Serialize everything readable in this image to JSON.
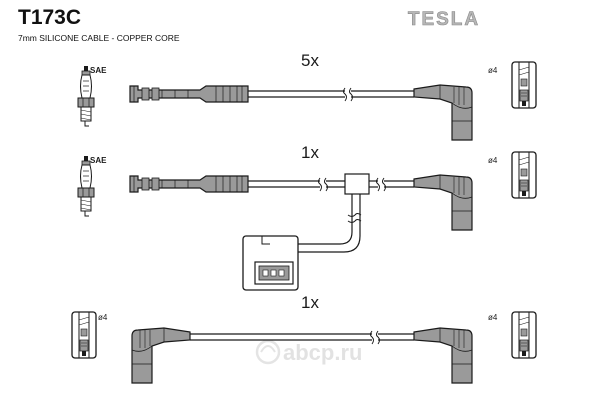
{
  "header": {
    "code": "T173C",
    "subtitle": "7mm SILICONE CABLE - COPPER CORE",
    "brand": "TESLA"
  },
  "watermark": "abсp.ru",
  "leads": [
    {
      "quantity": "5x",
      "left_label": "SAE",
      "right_label": "ø4"
    },
    {
      "quantity": "1x",
      "left_label": "SAE",
      "right_label": "ø4"
    },
    {
      "quantity": "1x",
      "left_label": "ø4",
      "right_label": "ø4"
    }
  ],
  "colors": {
    "stroke": "#1a1a1a",
    "fill": "#9a9a9a",
    "watermark": "#d8d8d8"
  }
}
